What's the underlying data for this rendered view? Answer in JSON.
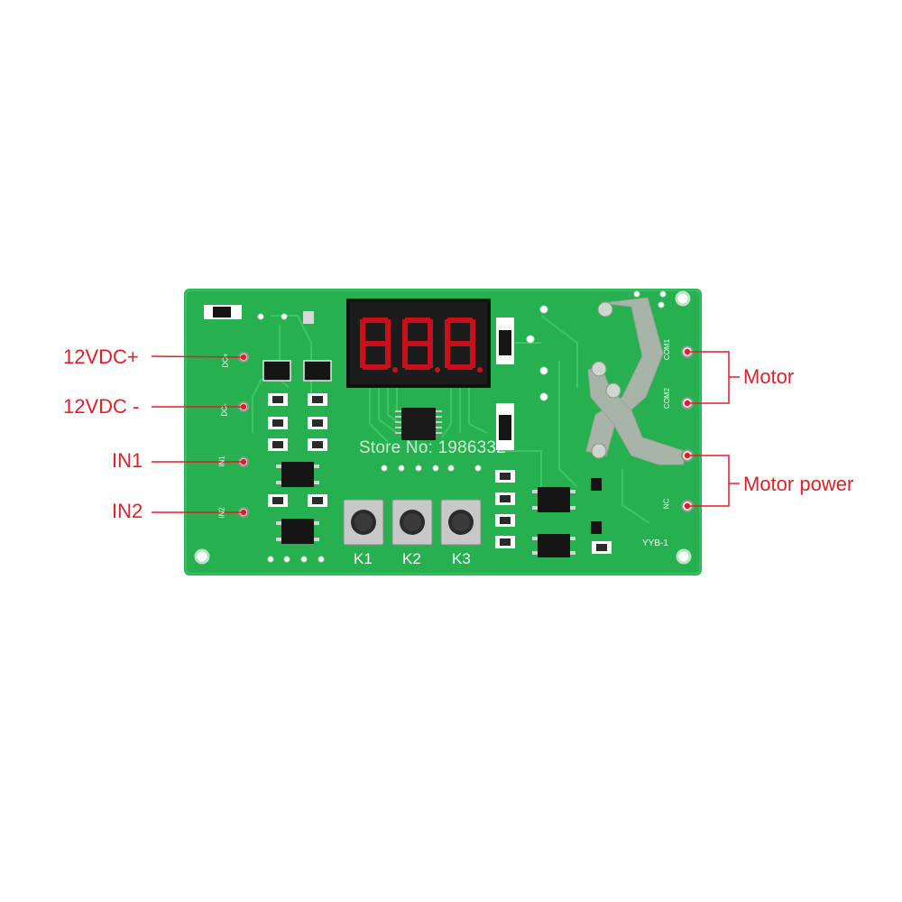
{
  "labels": {
    "vdc_plus": "12VDC+",
    "vdc_minus": "12VDC -",
    "in1": "IN1",
    "in2": "IN2",
    "motor": "Motor",
    "motor_power": "Motor power"
  },
  "board": {
    "display": "8.8.8",
    "buttons": [
      "K1",
      "K2",
      "K3"
    ],
    "model": "YYB-1",
    "watermark": "Store No: 1986332",
    "silkscreen": {
      "com1": "COM1",
      "com2": "COM2",
      "nc": "NC",
      "in1": "IN1",
      "in2": "IN2",
      "dc_plus": "DC+",
      "dc_minus": "DC-"
    }
  },
  "colors": {
    "pcb": "#27b04f",
    "label": "#e31e24",
    "display_digit": "#e0141d"
  }
}
